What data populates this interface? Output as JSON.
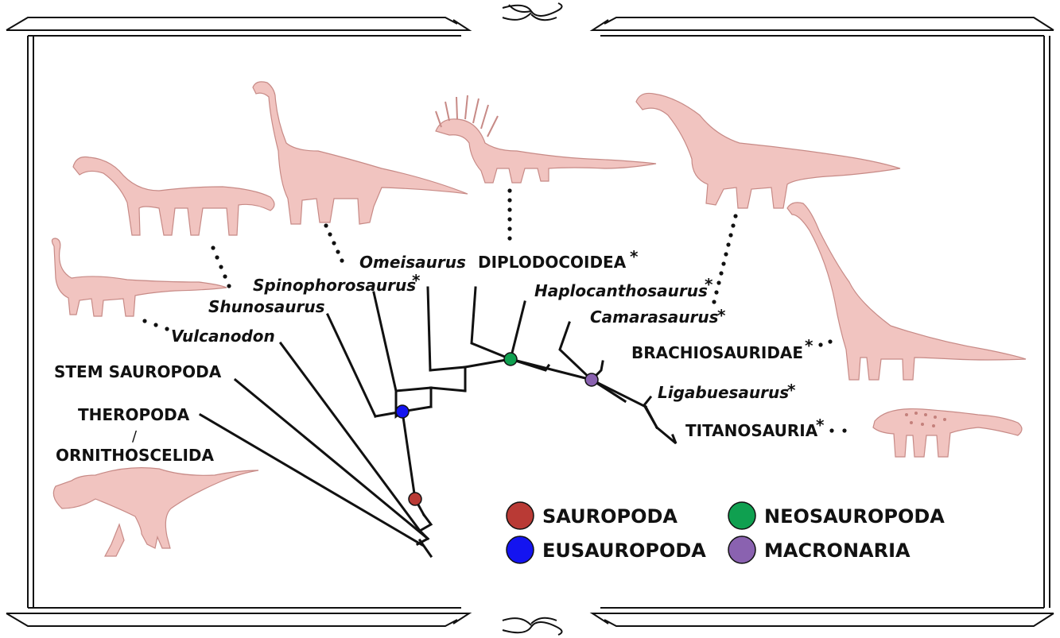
{
  "taxa": {
    "theropoda": "THEROPODA",
    "slash": "/",
    "ornithoscelida": "ORNITHOSCELIDA",
    "stem_sauropoda": "STEM SAUROPODA",
    "vulcanodon": "Vulcanodon",
    "shunosaurus": "Shunosaurus",
    "spinophorosaurus": "Spinophorosaurus",
    "omeisaurus": "Omeisaurus",
    "diplodocoidea": "DIPLODOCOIDEA",
    "haplocanthosaurus": "Haplocanthosaurus",
    "camarasaurus": "Camarasaurus",
    "brachiosauridae": "BRACHIOSAURIDAE",
    "ligabuesaurus": "Ligabuesaurus",
    "titanosauria": "TITANOSAURIA",
    "asterisk": "*"
  },
  "legend": [
    {
      "label": "SAUROPODA",
      "color": "#b93a35"
    },
    {
      "label": "EUSAUROPODA",
      "color": "#1414f0"
    },
    {
      "label": "NEOSAUROPODA",
      "color": "#0fa050"
    },
    {
      "label": "MACRONARIA",
      "color": "#8a62b0"
    }
  ],
  "colors": {
    "tree_line": "#111111",
    "frame": "#111111",
    "silhouette_fill": "#f1c4c0"
  }
}
